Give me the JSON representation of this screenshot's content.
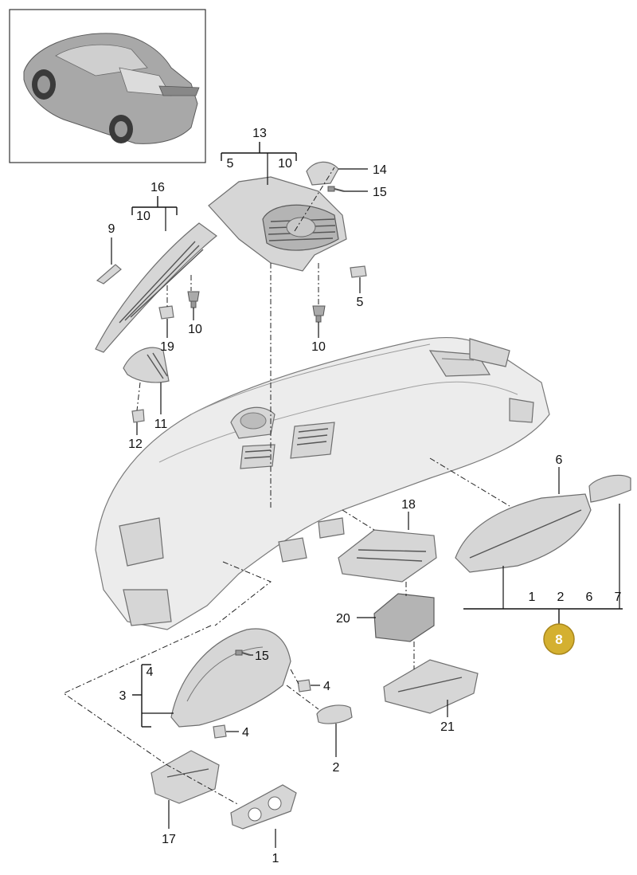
{
  "callouts": {
    "c1": "1",
    "c2": "2",
    "c3": "3",
    "c4a": "4",
    "c4b": "4",
    "c4c": "4",
    "c5a": "5",
    "c5b": "5",
    "c6": "6",
    "c8": "8",
    "c9": "9",
    "c10a": "10",
    "c10b": "10",
    "c10c": "10",
    "c10d": "10",
    "c11": "11",
    "c12": "12",
    "c13": "13",
    "c14": "14",
    "c15a": "15",
    "c15b": "15",
    "c16": "16",
    "c17": "17",
    "c18": "18",
    "c19": "19",
    "c20": "20",
    "c21": "21"
  },
  "group8_members": [
    "1",
    "2",
    "6",
    "7"
  ],
  "colors": {
    "badge_fill": "#d4b030",
    "badge_stroke": "#a8861c",
    "badge_text": "#ffffff",
    "line": "#111111",
    "part": "#d6d6d6"
  },
  "icons": {
    "inset": "car-thumbnail-icon"
  }
}
